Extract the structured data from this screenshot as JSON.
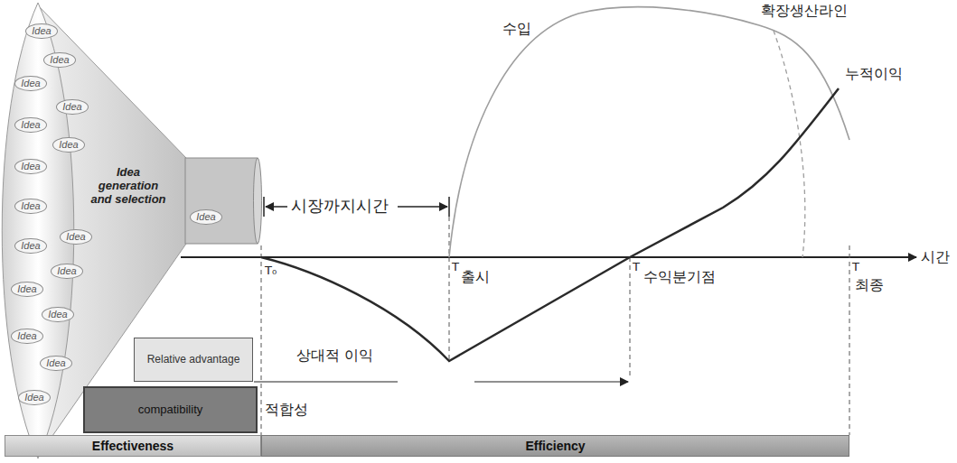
{
  "diagram": {
    "nodes": [
      {
        "text": [
          "Idea generation and selection"
        ]
      },
      {
        "text": [
          "Idea"
        ],
        "in": 0
      },
      {
        "text": [
          "Idea"
        ],
        "in": 0
      },
      {
        "text": [
          "Idea"
        ],
        "in": 0
      },
      {
        "text": [
          "Idea"
        ],
        "in": 0
      },
      {
        "text": [
          "Idea"
        ],
        "in": 0
      },
      {
        "text": [
          "Idea"
        ],
        "in": 0
      },
      {
        "text": [
          "Idea"
        ],
        "in": 0
      },
      {
        "text": [
          "Idea"
        ],
        "in": 0
      },
      {
        "text": [
          "Idea"
        ],
        "in": 0
      },
      {
        "text": [
          "Idea"
        ],
        "in": 0
      },
      {
        "text": [
          "Idea"
        ],
        "in": 0
      },
      {
        "text": [
          "Idea"
        ],
        "in": 0
      },
      {
        "text": [
          "Idea"
        ],
        "in": 0
      },
      {
        "text": [
          "Idea"
        ],
        "in": 0
      },
      {
        "text": [
          "Idea"
        ],
        "in": 0
      },
      {
        "text": [
          "Idea"
        ],
        "in": 0
      },
      {
        "text": [
          "Idea"
        ],
        "in": 0
      },
      {
        "text": [
          "Relative advantage"
        ]
      },
      {
        "text": [
          "compatibility"
        ]
      },
      {
        "text": [
          "Effectiveness"
        ]
      },
      {
        "text": [
          "Efficiency"
        ]
      }
    ],
    "labels": [
      "수입",
      "확장생산라인",
      "누적이익",
      "시장까지시간",
      "시간",
      "T₀",
      "T",
      "출시",
      "T",
      "수익분기점",
      "T",
      "최종",
      "상대적 이익",
      "적합성"
    ]
  }
}
